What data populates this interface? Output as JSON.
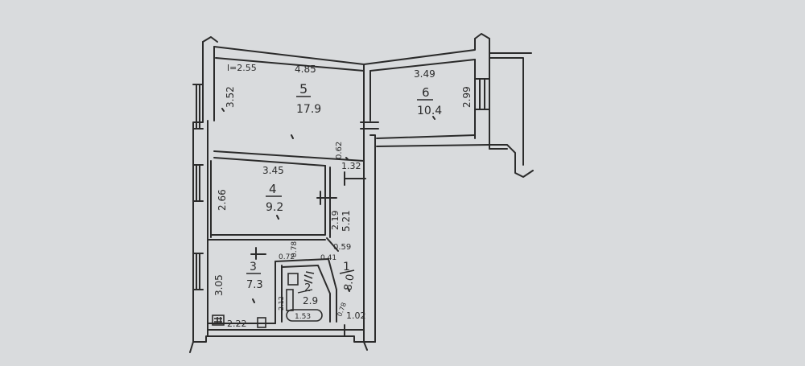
{
  "colors": {
    "paper": "#d9dbdd",
    "ink": "#2b2b2b"
  },
  "rooms": [
    {
      "number": "5",
      "area": "17.9",
      "width": "4.85",
      "height": "3.52",
      "extra": "l=2.55"
    },
    {
      "number": "6",
      "area": "10.4",
      "width": "3.49",
      "height": "2.99"
    },
    {
      "number": "4",
      "area": "9.2",
      "width": "3.45",
      "height": "2.66",
      "side": "2.19"
    },
    {
      "number": "3",
      "area": "7.3",
      "height": "3.05",
      "bottom": "2.22"
    },
    {
      "number": "2",
      "area": "2.9"
    },
    {
      "number": "1",
      "area": "8.0",
      "side": "5.21"
    }
  ],
  "labels": {
    "d062": "0.62",
    "d132": "1.32",
    "d078": "0.78",
    "d072": "0.72",
    "d059": "0.59",
    "d041": "0.41",
    "d102": "1.02",
    "bath": "1.53",
    "d212": "2.12",
    "d078b": "0.78"
  }
}
